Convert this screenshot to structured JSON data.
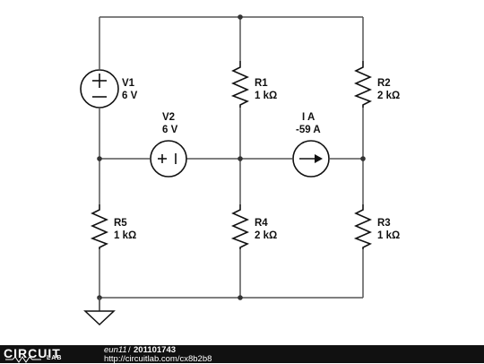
{
  "components": {
    "v1": {
      "name": "V1",
      "value": "6 V"
    },
    "v2": {
      "name": "V2",
      "value": "6 V",
      "polarity": "+ |"
    },
    "r1": {
      "name": "R1",
      "value": "1 kΩ"
    },
    "r2": {
      "name": "R2",
      "value": "2 kΩ"
    },
    "r3": {
      "name": "R3",
      "value": "1 kΩ"
    },
    "r4": {
      "name": "R4",
      "value": "2 kΩ"
    },
    "r5": {
      "name": "R5",
      "value": "1 kΩ"
    },
    "i1": {
      "name": "I A",
      "value": "-59 A"
    }
  },
  "footer": {
    "brand_top": "CIRCUIT",
    "brand_bottom": "LAB",
    "user": "eun11",
    "separator": "/",
    "circuit_id": "201101743",
    "url": "http://circuitlab.com/cx8b2b8"
  }
}
